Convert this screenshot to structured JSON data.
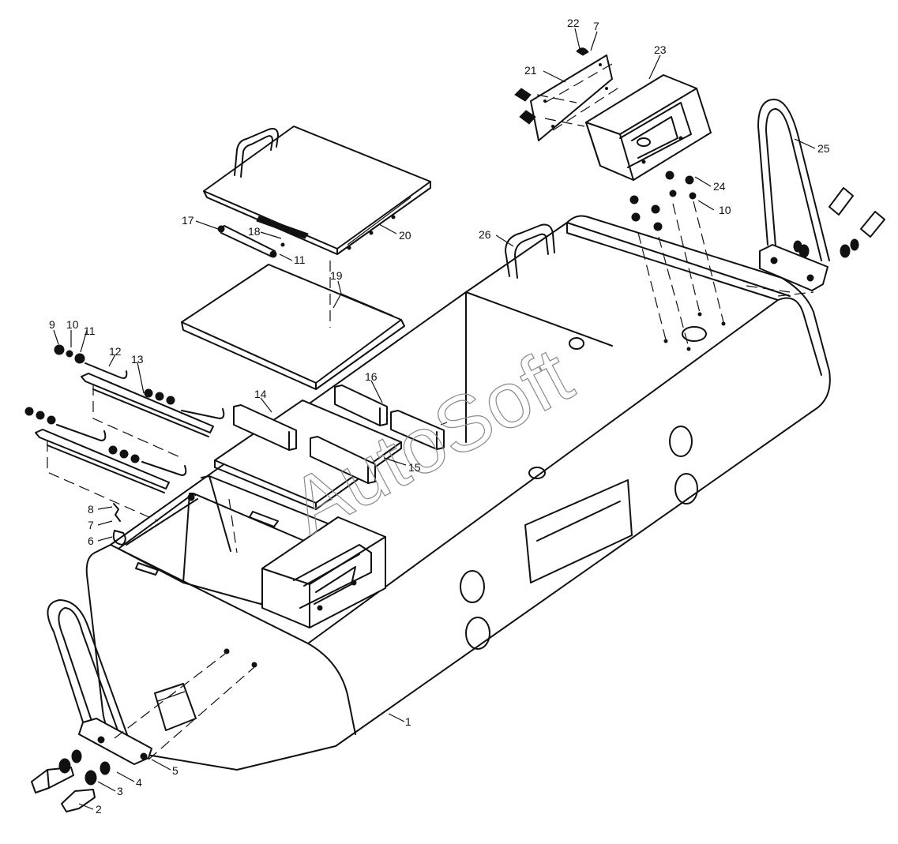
{
  "callouts": [
    {
      "n": "1"
    },
    {
      "n": "2"
    },
    {
      "n": "3"
    },
    {
      "n": "4"
    },
    {
      "n": "5"
    },
    {
      "n": "6"
    },
    {
      "n": "7"
    },
    {
      "n": "8"
    },
    {
      "n": "9"
    },
    {
      "n": "10"
    },
    {
      "n": "11"
    },
    {
      "n": "12"
    },
    {
      "n": "13"
    },
    {
      "n": "14"
    },
    {
      "n": "15"
    },
    {
      "n": "16"
    },
    {
      "n": "17"
    },
    {
      "n": "18"
    },
    {
      "n": "11"
    },
    {
      "n": "20"
    },
    {
      "n": "19"
    },
    {
      "n": "26"
    },
    {
      "n": "21"
    },
    {
      "n": "22"
    },
    {
      "n": "7"
    },
    {
      "n": "23"
    },
    {
      "n": "25"
    },
    {
      "n": "24"
    },
    {
      "n": "10"
    }
  ],
  "watermark": "AutoSoft",
  "colors": {
    "line": "#111111",
    "background": "#ffffff",
    "watermark": "#8a8a8a"
  }
}
